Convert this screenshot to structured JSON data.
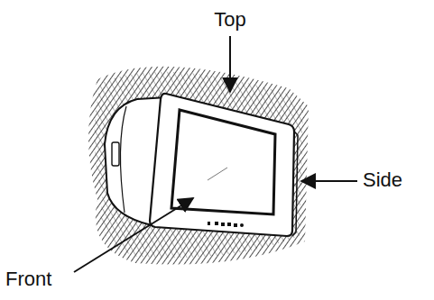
{
  "diagram": {
    "labels": [
      "Top",
      "Side",
      "Front"
    ]
  }
}
